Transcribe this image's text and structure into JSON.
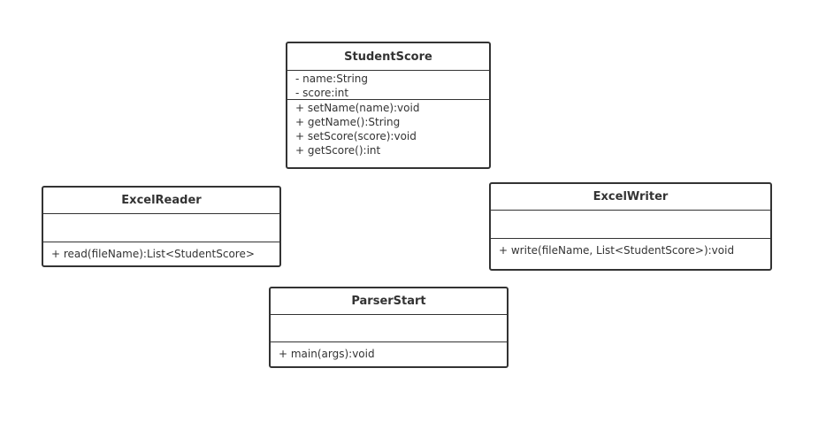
{
  "diagram": {
    "classes": [
      {
        "name": "StudentScore",
        "attributes": [
          "- name:String",
          "- score:int"
        ],
        "methods": [
          "+ setName(name):void",
          "+ getName():String",
          "+ setScore(score):void",
          "+ getScore():int"
        ]
      },
      {
        "name": "ExcelReader",
        "attributes": [],
        "methods": [
          "+ read(fileName):List<StudentScore>"
        ]
      },
      {
        "name": "ExcelWriter",
        "attributes": [],
        "methods": [
          "+ write(fileName, List<StudentScore>):void"
        ]
      },
      {
        "name": "ParserStart",
        "attributes": [],
        "methods": [
          "+ main(args):void"
        ]
      }
    ]
  }
}
